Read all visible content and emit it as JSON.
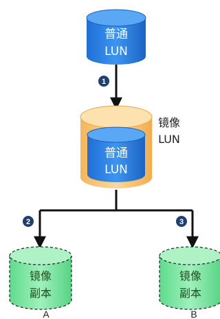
{
  "diagram": {
    "source_lun": {
      "line1": "普通",
      "line2": "LUN"
    },
    "mirror_lun": {
      "label_line1": "镜像",
      "label_line2": "LUN",
      "inner_line1": "普通",
      "inner_line2": "LUN"
    },
    "copy_a": {
      "line1": "镜像",
      "line2": "副本",
      "caption": "A"
    },
    "copy_b": {
      "line1": "镜像",
      "line2": "副本",
      "caption": "B"
    },
    "steps": [
      "1",
      "2",
      "3"
    ],
    "colors": {
      "blue_cylinder": "#2a7fe0",
      "orange_cylinder": "#f8c878",
      "green_cylinder": "#7ee8a6",
      "step_badge": "#1f3f6e",
      "arrow": "#111111"
    }
  }
}
